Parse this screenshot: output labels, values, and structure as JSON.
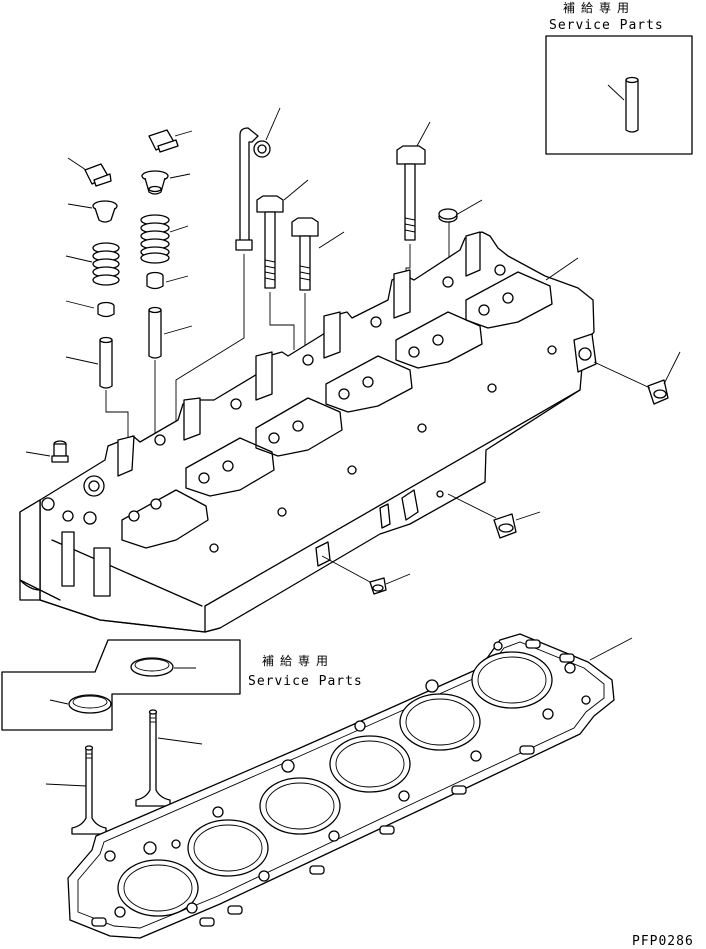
{
  "service_parts_top": {
    "label_jp": "補給専用",
    "label_en": "Service Parts"
  },
  "service_parts_mid": {
    "label_jp": "補給専用",
    "label_en": "Service Parts"
  },
  "drawing_code": "PFP0286",
  "parts": [
    "dowel-pin",
    "valve-collet",
    "valve-spring-retainer",
    "valve-spring",
    "valve-stem-seal",
    "valve-guide",
    "cylinder-head-bolt",
    "water-pipe",
    "cylinder-head",
    "plug",
    "cylinder-head-gasket",
    "valve-seat-insert",
    "valve"
  ]
}
